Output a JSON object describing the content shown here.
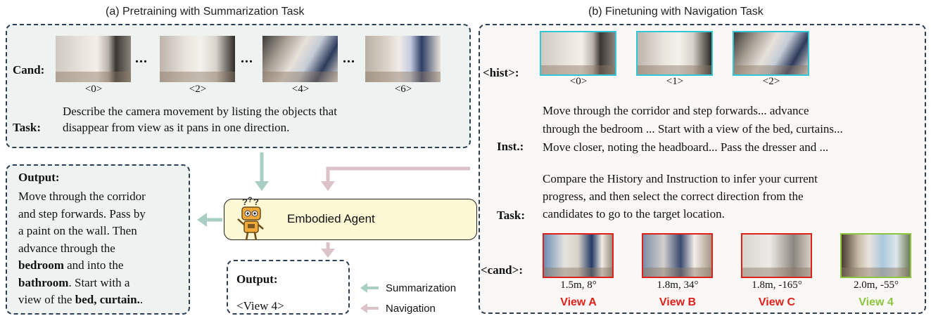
{
  "left_panel": {
    "title": "(a) Pretraining with Summarization Task",
    "cand_label": "Cand:",
    "thumbs": [
      {
        "index": "<0>",
        "icon": "corridor-image"
      },
      {
        "index": "<2>",
        "icon": "corridor-image"
      },
      {
        "index": "<4>",
        "icon": "bedroom-image"
      },
      {
        "index": "<6>",
        "icon": "bedroom-image"
      }
    ],
    "ellipsis": "...",
    "task_label": "Task:",
    "task_lines": [
      "Describe the camera movement by listing the objects that",
      "disappear from view as it pans in one direction."
    ]
  },
  "right_panel": {
    "title": "(b) Finetuning with Navigation Task",
    "hist_label": "<hist>:",
    "hist": [
      {
        "index": "<0>"
      },
      {
        "index": "<1>"
      },
      {
        "index": "<2>"
      }
    ],
    "inst_label": "Inst.:",
    "inst_lines": [
      "Move through the corridor and step forwards... advance",
      "through the bedroom ... Start with a view of the bed, curtains...",
      "Move closer, noting the headboard... Pass the dresser and ..."
    ],
    "task_label": "Task:",
    "task_lines": [
      "Compare the History and Instruction to infer your current",
      "progress, and then select the correct direction from the",
      "candidates to go to the target location."
    ],
    "cand_label": "<cand>:",
    "cands": [
      {
        "caption": "1.5m, 8°",
        "name": "View A",
        "color": "#e0201a"
      },
      {
        "caption": "1.8m, 34°",
        "name": "View B",
        "color": "#e0201a"
      },
      {
        "caption": "1.8m, -165°",
        "name": "View C",
        "color": "#e0201a"
      },
      {
        "caption": "2.0m, -55°",
        "name": "View 4",
        "color": "#8cc63f"
      }
    ]
  },
  "output_summary": {
    "label": "Output:",
    "lines": [
      [
        {
          "t": "Move through the corridor",
          "b": false
        }
      ],
      [
        {
          "t": "and step forwards. Pass by",
          "b": false
        }
      ],
      [
        {
          "t": "a paint on the wall. Then",
          "b": false
        }
      ],
      [
        {
          "t": "advance through the",
          "b": false
        }
      ],
      [
        {
          "t": "bedroom",
          "b": true
        },
        {
          "t": " and into the",
          "b": false
        }
      ],
      [
        {
          "t": "bathroom",
          "b": true
        },
        {
          "t": ". Start with a",
          "b": false
        }
      ],
      [
        {
          "t": "view of the ",
          "b": false
        },
        {
          "t": "bed, curtain.",
          "b": true
        },
        {
          "t": ".",
          "b": false
        }
      ]
    ]
  },
  "output_nav": {
    "label": "Output:",
    "value": "<View 4>"
  },
  "agent": {
    "label": "Embodied Agent",
    "icon": "robot-icon"
  },
  "legend": {
    "summarization": "Summarization",
    "navigation": "Navigation",
    "summarization_color": "#a9cfc4",
    "navigation_color": "#dcc3c8"
  },
  "colors": {
    "hist_border": "#33c6d8",
    "cand_red": "#e0201a",
    "cand_green": "#8cc63f"
  }
}
